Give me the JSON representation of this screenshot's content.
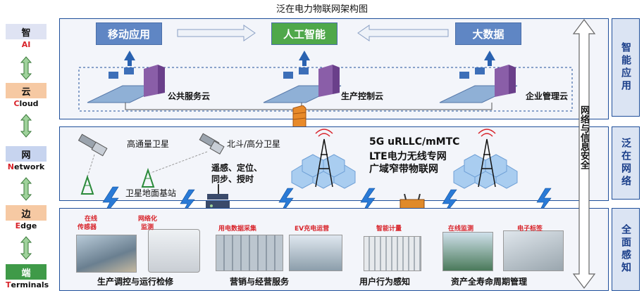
{
  "title": "泛在电力物联网架构图",
  "left_stack": [
    {
      "cn": "智",
      "en_first": "A",
      "en_rest": "I",
      "color": "#dfe3f3"
    },
    {
      "cn": "云",
      "en_first": "C",
      "en_rest": "loud",
      "color": "#f6c9a3"
    },
    {
      "cn": "网",
      "en_first": "N",
      "en_rest": "etwork",
      "color": "#c7d4ef"
    },
    {
      "cn": "边",
      "en_first": "E",
      "en_rest": "dge",
      "color": "#f6c9a3"
    },
    {
      "cn": "端",
      "en_first": "T",
      "en_rest": "erminals",
      "color": "#3f9a48"
    }
  ],
  "right_labels": [
    "智能应用",
    "泛在网络",
    "全面感知"
  ],
  "security_label": "网络与信息安全",
  "apps": {
    "mobile": "移动应用",
    "ai": "人工智能",
    "bigdata": "大数据"
  },
  "clouds": [
    "公共服务云",
    "生产控制云",
    "企业管理云"
  ],
  "network": {
    "sat1": "高通量卫星",
    "sat2": "北斗/高分卫星",
    "ground": "卫星地面基站",
    "services": [
      "遥感、定位、",
      "同步、授时"
    ],
    "tech": [
      "5G uRLLC/mMTC",
      "LTE电力无线专网",
      "广域窄带物联网"
    ]
  },
  "terminals": {
    "tags": [
      "在线",
      "传感器",
      "网络化",
      "监测",
      "用电数据采集",
      "EV充电运营",
      "智能计量",
      "在线监测",
      "电子标签"
    ],
    "bottom": [
      "生产调控与运行检修",
      "营销与经营服务",
      "用户行为感知",
      "资产全寿命周期管理"
    ]
  },
  "colors": {
    "frame": "#1f4f9a",
    "accent_red": "#d8232a",
    "ai_green": "#4fa84a",
    "app_blue": "#5f86c4"
  }
}
